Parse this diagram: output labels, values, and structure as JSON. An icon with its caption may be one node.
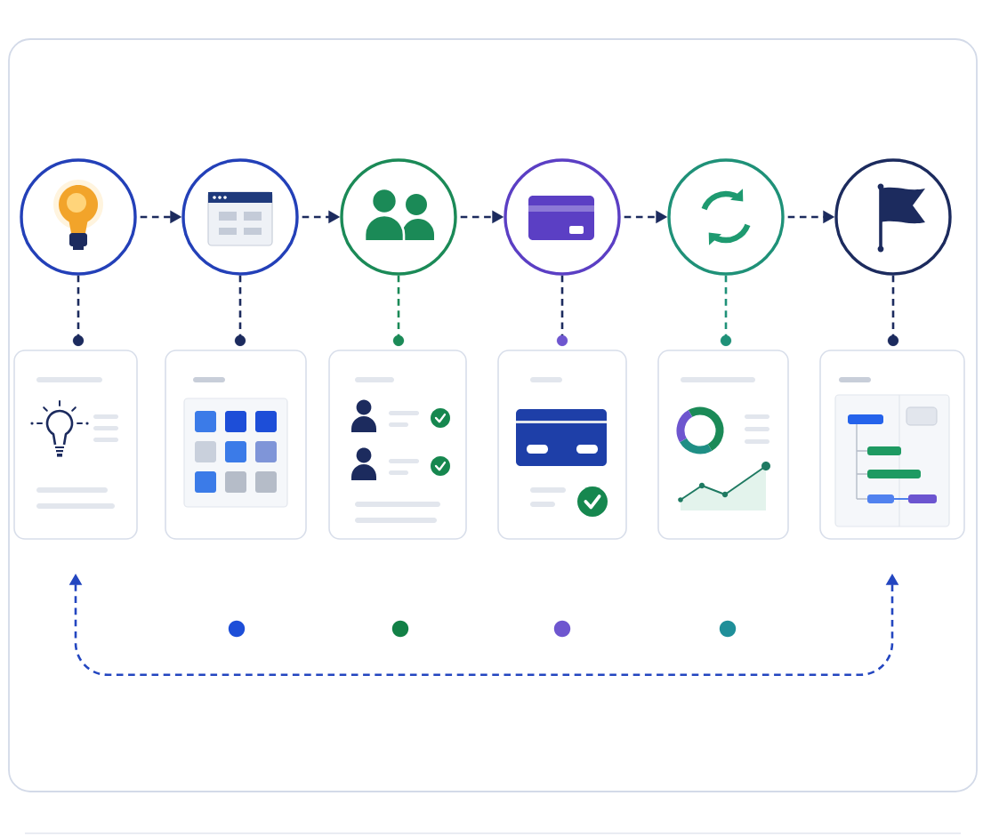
{
  "diagram": {
    "nodes": [
      {
        "text": [],
        "shape": "circle"
      },
      {
        "text": [],
        "shape": "circle"
      },
      {
        "text": [],
        "shape": "circle"
      },
      {
        "text": [],
        "shape": "circle"
      },
      {
        "text": [],
        "shape": "circle"
      },
      {
        "text": [],
        "shape": "circle"
      },
      {
        "text": [],
        "shape": "circle"
      },
      {
        "text": [],
        "shape": "circle"
      },
      {
        "text": [],
        "shape": "circle"
      },
      {
        "text": [],
        "shape": "circle"
      },
      {
        "text": [],
        "shape": "circle"
      },
      {
        "text": [],
        "shape": "circle"
      },
      {
        "text": [],
        "shape": "box"
      },
      {
        "text": [],
        "shape": "box"
      },
      {
        "text": [],
        "shape": "box"
      },
      {
        "text": [],
        "shape": "box"
      },
      {
        "text": [],
        "shape": "box"
      },
      {
        "text": [],
        "shape": "box"
      }
    ],
    "edges": [
      {
        "from": 0,
        "to": 1,
        "arrow": "to",
        "style": "dashed"
      },
      {
        "from": 1,
        "to": 2,
        "arrow": "to",
        "style": "dashed"
      },
      {
        "from": 2,
        "to": 3,
        "arrow": "to",
        "style": "dashed"
      },
      {
        "from": 3,
        "to": 4,
        "arrow": "to",
        "style": "dashed"
      },
      {
        "from": 4,
        "to": 5,
        "arrow": "to",
        "style": "dashed"
      },
      {
        "from": 0,
        "to": 6,
        "arrow": "none",
        "style": "dashed"
      },
      {
        "from": 1,
        "to": 7,
        "arrow": "none",
        "style": "dashed"
      },
      {
        "from": 2,
        "to": 8,
        "arrow": "none",
        "style": "dashed",
        "color": "#1b8a57"
      },
      {
        "from": 3,
        "to": 9,
        "arrow": "none",
        "style": "dashed"
      },
      {
        "from": 4,
        "to": 10,
        "arrow": "none",
        "style": "dashed",
        "color": "#1f9178"
      },
      {
        "from": 5,
        "to": 11,
        "arrow": "none",
        "style": "dashed"
      },
      {
        "from": 12,
        "to": 17,
        "arrow": "both",
        "style": "dashed",
        "color": "#2346c0"
      }
    ]
  }
}
